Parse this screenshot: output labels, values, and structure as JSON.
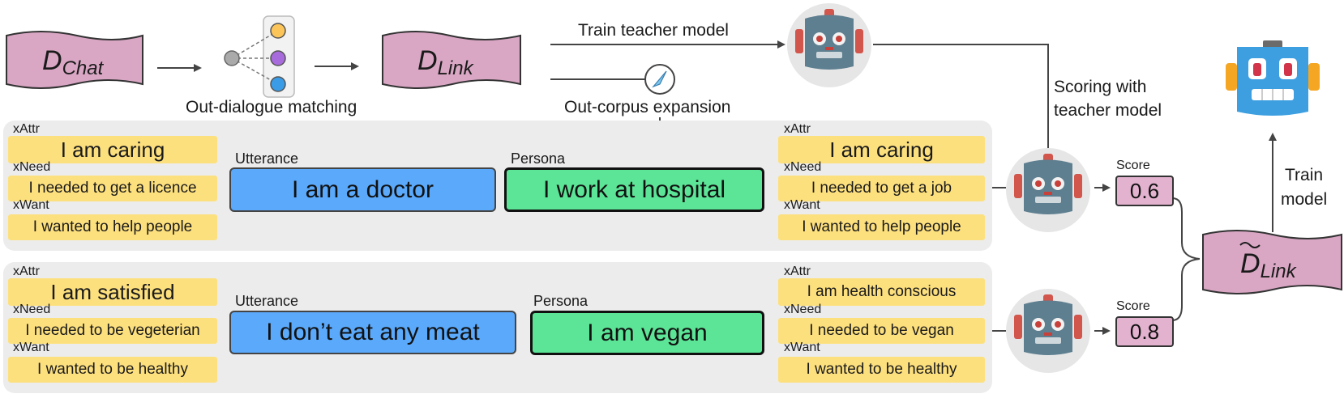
{
  "pipeline": {
    "d_chat_base": "D",
    "d_chat_sub": "Chat",
    "d_link_base": "D",
    "d_link_sub": "Link",
    "d_tilde_link_base": "D",
    "d_tilde_link_sub": "Link",
    "out_dialogue_matching": "Out-dialogue matching",
    "out_corpus_expansion": "Out-corpus expansion",
    "train_teacher_model": "Train teacher model",
    "scoring_line1": "Scoring with",
    "scoring_line2": "teacher model",
    "train_line1": "Train",
    "train_line2": "model"
  },
  "examples": [
    {
      "utterance_label": "Utterance",
      "persona_label": "Persona",
      "utterance": "I am a doctor",
      "persona": "I work at hospital",
      "left": {
        "xattr_tag": "xAttr",
        "xattr": "I am caring",
        "xneed_tag": "xNeed",
        "xneed": "I needed to get a licence",
        "xwant_tag": "xWant",
        "xwant": "I wanted to help people"
      },
      "right": {
        "xattr_tag": "xAttr",
        "xattr": "I am caring",
        "xneed_tag": "xNeed",
        "xneed": "I needed to get a job",
        "xwant_tag": "xWant",
        "xwant": "I wanted to help people"
      },
      "score_label": "Score",
      "score": "0.6"
    },
    {
      "utterance_label": "Utterance",
      "persona_label": "Persona",
      "utterance": "I don’t eat any meat",
      "persona": "I am vegan",
      "left": {
        "xattr_tag": "xAttr",
        "xattr": "I am satisfied",
        "xneed_tag": "xNeed",
        "xneed": "I needed to be vegeterian",
        "xwant_tag": "xWant",
        "xwant": "I wanted to be healthy"
      },
      "right": {
        "xattr_tag": "xAttr",
        "xattr": "I am health conscious",
        "xneed_tag": "xNeed",
        "xneed": "I needed to be vegan",
        "xwant_tag": "xWant",
        "xwant": "I wanted to be healthy"
      },
      "score_label": "Score",
      "score": "0.8"
    }
  ],
  "colors": {
    "dataset_fill": "#d9a7c4",
    "utterance_fill": "#5aa9fb",
    "persona_fill": "#5ce597",
    "knowledge_fill": "#fde07e",
    "panel_fill": "#ececec",
    "teacher_robot": "#5e7f90",
    "student_robot": "#3d9fe0"
  },
  "icons": [
    "teacher-robot-icon",
    "student-robot-icon",
    "matching-graph-icon",
    "expansion-compass-icon"
  ]
}
